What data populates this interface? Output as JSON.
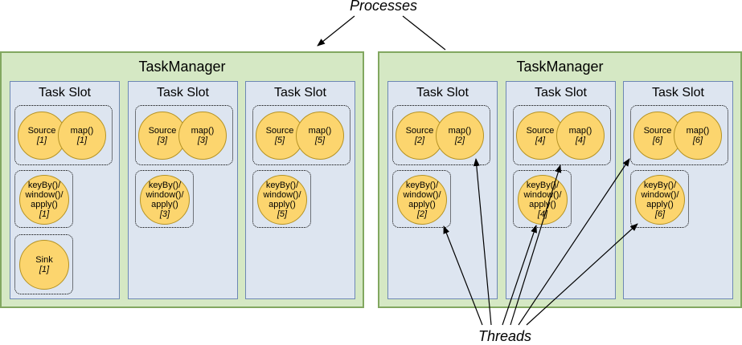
{
  "processes_label": "Processes",
  "threads_label": "Threads",
  "task_managers": [
    {
      "title": "TaskManager",
      "slots": [
        {
          "title": "Task Slot",
          "operators": [
            {
              "name": "Source",
              "idx": "[1]"
            },
            {
              "name": "map()",
              "idx": "[1]"
            },
            {
              "name": "keyBy()/\nwindow()/\napply()",
              "idx": "[1]"
            },
            {
              "name": "Sink",
              "idx": "[1]"
            }
          ]
        },
        {
          "title": "Task Slot",
          "operators": [
            {
              "name": "Source",
              "idx": "[3]"
            },
            {
              "name": "map()",
              "idx": "[3]"
            },
            {
              "name": "keyBy()/\nwindow()/\napply()",
              "idx": "[3]"
            }
          ]
        },
        {
          "title": "Task Slot",
          "operators": [
            {
              "name": "Source",
              "idx": "[5]"
            },
            {
              "name": "map()",
              "idx": "[5]"
            },
            {
              "name": "keyBy()/\nwindow()/\napply()",
              "idx": "[5]"
            }
          ]
        }
      ]
    },
    {
      "title": "TaskManager",
      "slots": [
        {
          "title": "Task Slot",
          "operators": [
            {
              "name": "Source",
              "idx": "[2]"
            },
            {
              "name": "map()",
              "idx": "[2]"
            },
            {
              "name": "keyBy()/\nwindow()/\napply()",
              "idx": "[2]"
            }
          ]
        },
        {
          "title": "Task Slot",
          "operators": [
            {
              "name": "Source",
              "idx": "[4]"
            },
            {
              "name": "map()",
              "idx": "[4]"
            },
            {
              "name": "keyBy()/\nwindow()/\napply()",
              "idx": "[4]"
            }
          ]
        },
        {
          "title": "Task Slot",
          "operators": [
            {
              "name": "Source",
              "idx": "[6]"
            },
            {
              "name": "map()",
              "idx": "[6]"
            },
            {
              "name": "keyBy()/\nwindow()/\napply()",
              "idx": "[6]"
            }
          ]
        }
      ]
    }
  ],
  "colors": {
    "task_manager_fill": "#d5e8c4",
    "task_manager_border": "#82a760",
    "slot_fill": "#dde5f0",
    "slot_border": "#6d87b4",
    "operator_fill": "#fcd56e"
  }
}
